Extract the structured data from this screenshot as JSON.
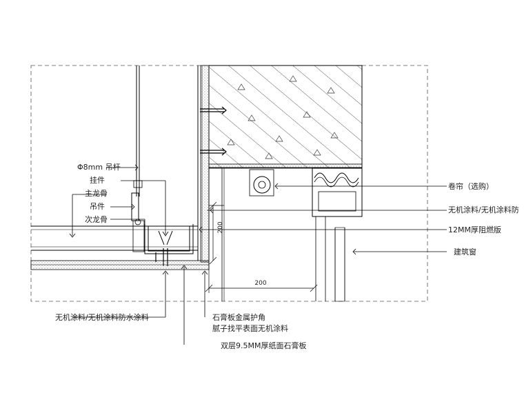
{
  "labels": {
    "rod": "Φ8mm 吊杆",
    "hanger": "挂件",
    "main_keel": "主龙骨",
    "clip": "吊件",
    "sub_keel": "次龙骨",
    "roller_blind": "卷帘（选购）",
    "paint_right": "无机涂料/无机涂料防",
    "fire_board": "12MM厚阻燃版",
    "window": "建筑窗",
    "paint_bottom": "无机涂料/无机涂料防水涂料",
    "corner_line1": "石膏板金属护角",
    "corner_line2": "腻子找平表面无机涂料",
    "gypsum_board": "双层9.5MM厚纸面石膏板"
  },
  "dimensions": {
    "vertical": "200",
    "horizontal": "200"
  },
  "colors": {
    "line": "#000000",
    "dash": "#555555",
    "hatch": "#333333"
  }
}
